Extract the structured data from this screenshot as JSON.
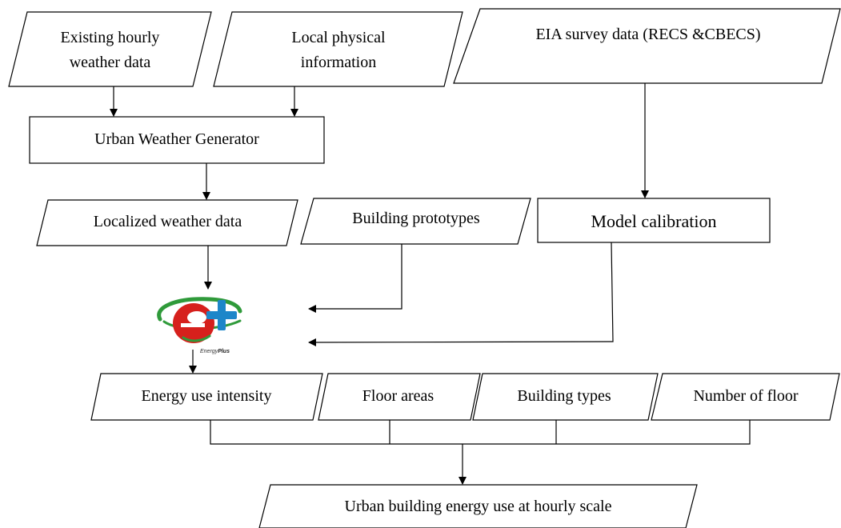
{
  "diagram": {
    "nodes": {
      "existing_weather": {
        "line1": "Existing hourly",
        "line2": "weather data"
      },
      "local_physical": {
        "line1": "Local physical",
        "line2": "information"
      },
      "eia_survey": "EIA survey data (RECS &CBECS)",
      "uwg": "Urban Weather Generator",
      "localized_weather": "Localized weather data",
      "building_prototypes": "Building prototypes",
      "model_calibration": "Model calibration",
      "energyplus_logo": {
        "prefix": "Energy",
        "suffix": "Plus"
      },
      "energy_use_intensity": "Energy use intensity",
      "floor_areas": "Floor areas",
      "building_types": "Building types",
      "number_of_floor": "Number of floor",
      "output": "Urban building energy use at hourly scale"
    }
  },
  "colors": {
    "stroke": "#000000",
    "logo_red": "#d6201c",
    "logo_blue": "#1d86c9",
    "logo_green": "#2f9a3a"
  }
}
